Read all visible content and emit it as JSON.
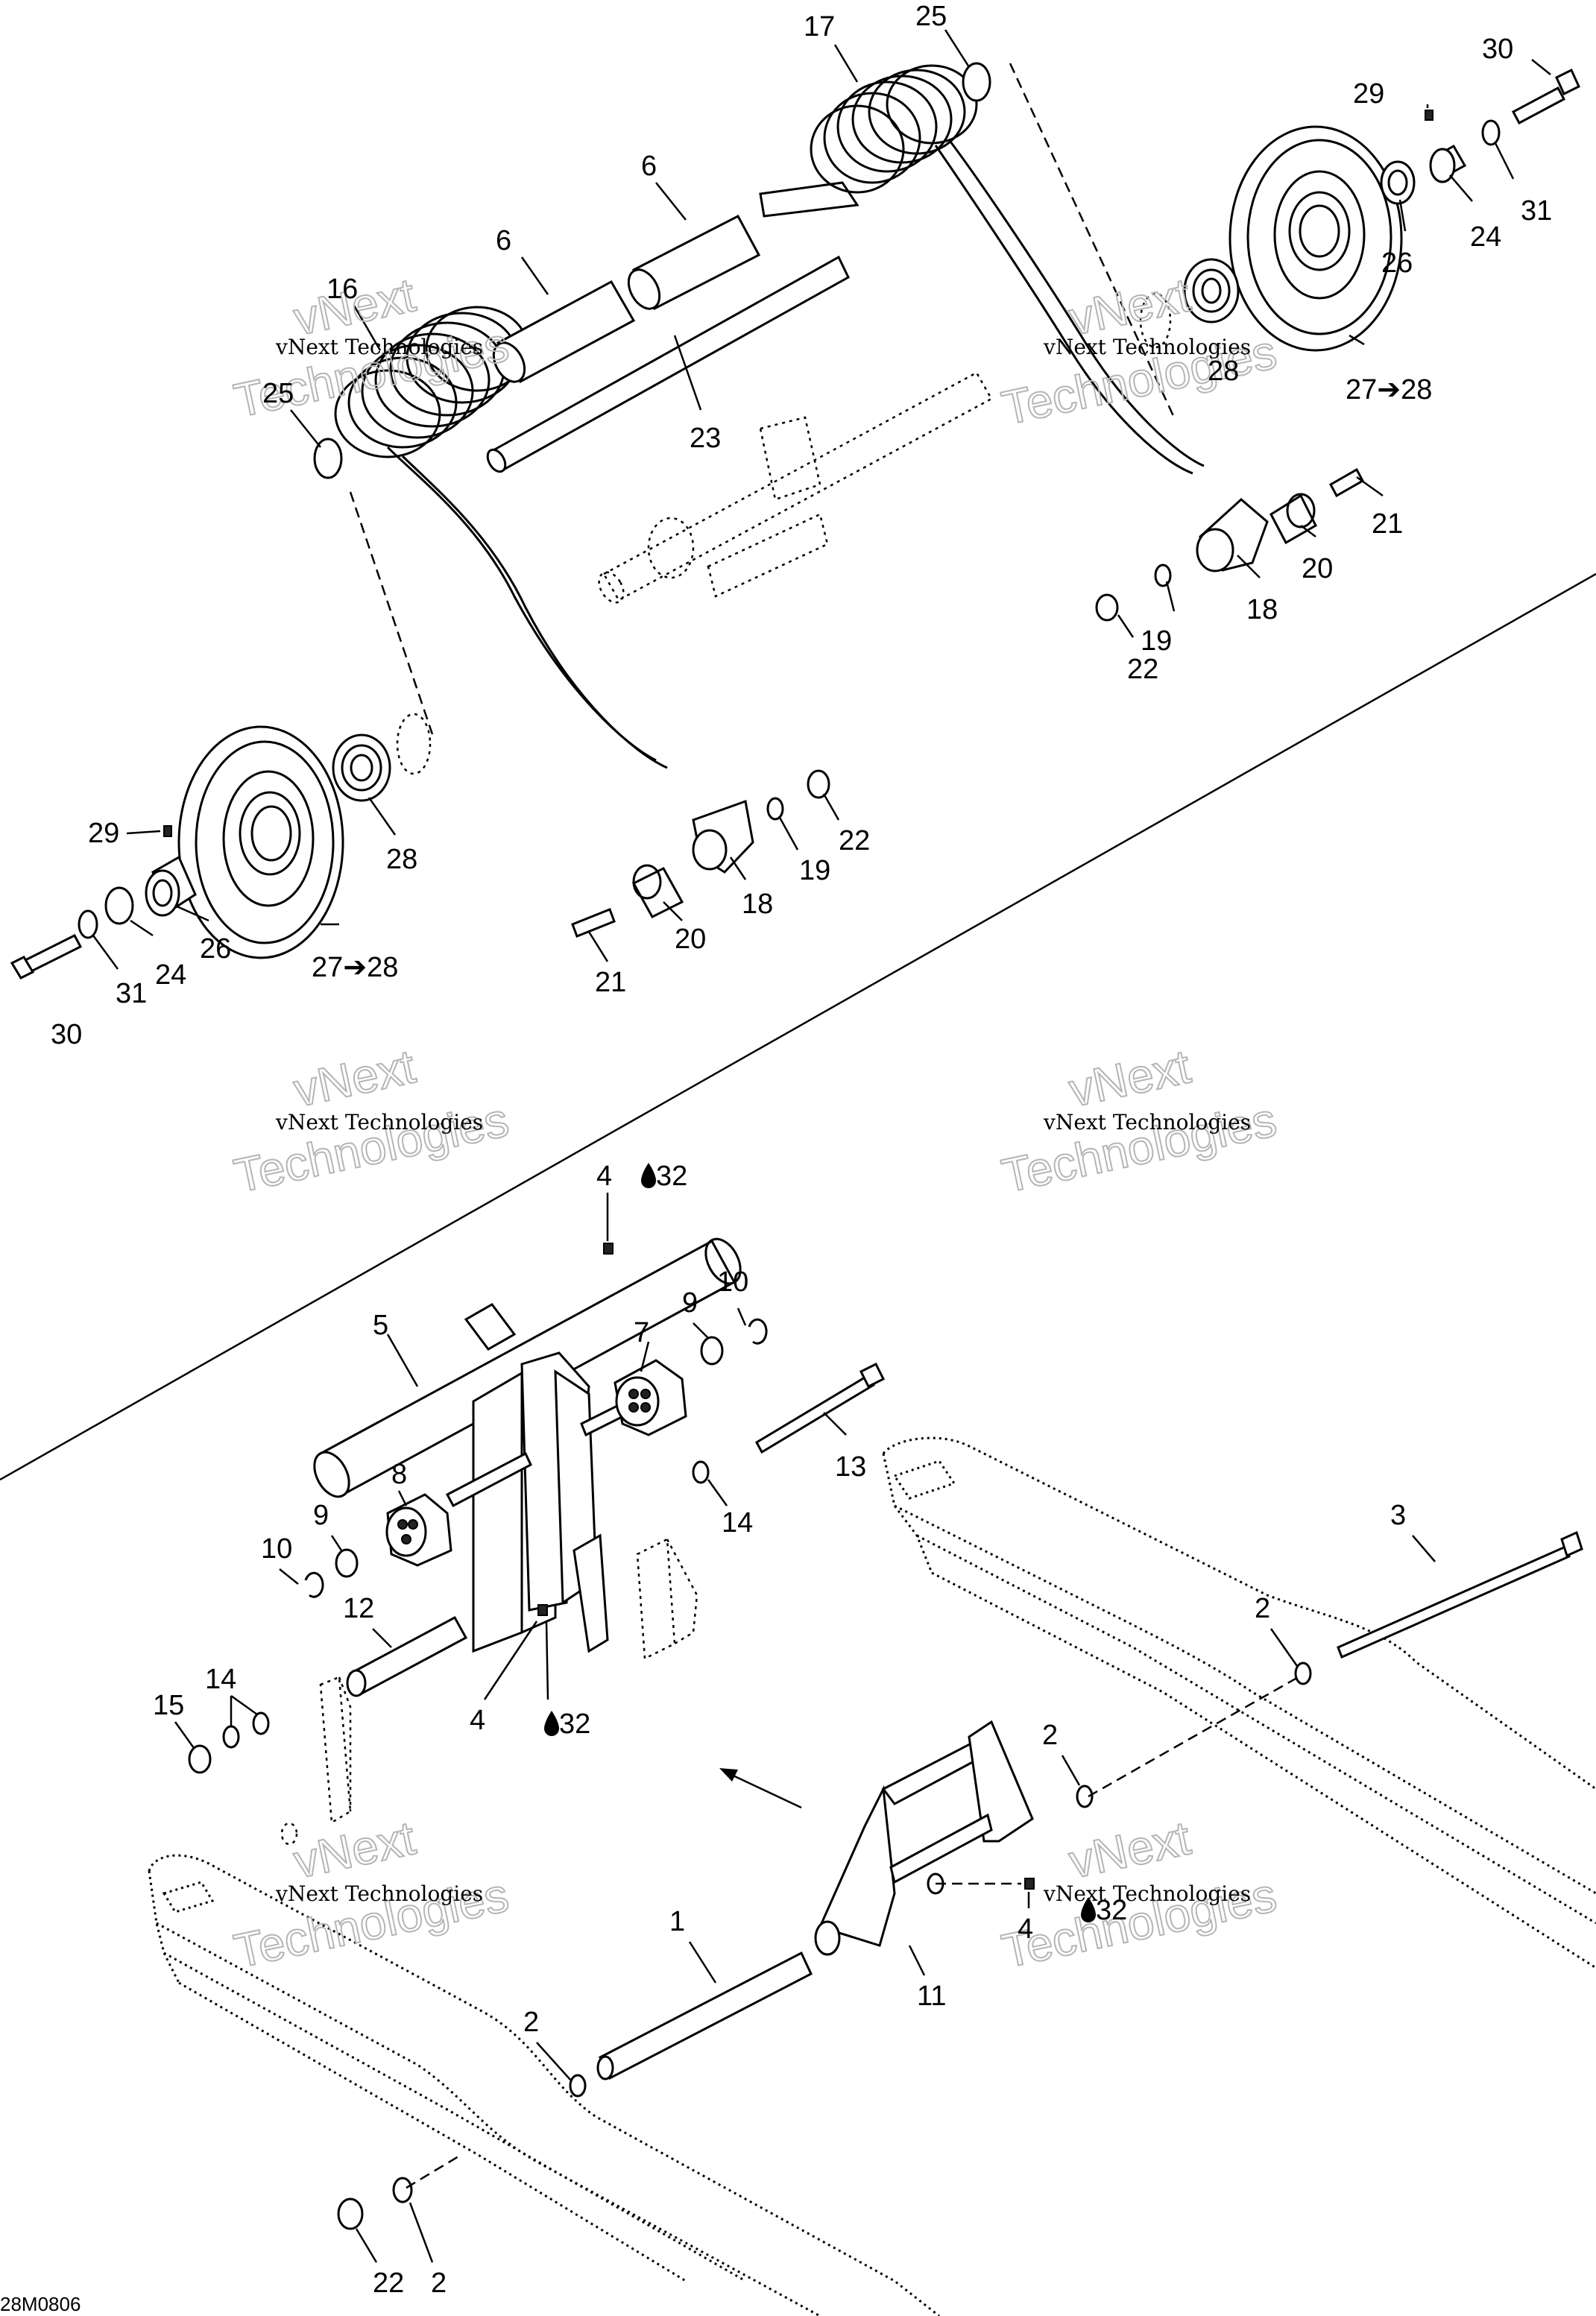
{
  "diagram_code": "28M0806",
  "watermark": {
    "line1": "vNext Technologies",
    "big_a": "vNext",
    "big_b": "Technologies"
  },
  "callouts": {
    "c1": "1",
    "c2": "2",
    "c3": "3",
    "c4": "4",
    "c5": "5",
    "c6": "6",
    "c7": "7",
    "c8": "8",
    "c9": "9",
    "c10": "10",
    "c11": "11",
    "c12": "12",
    "c13": "13",
    "c14": "14",
    "c15": "15",
    "c16": "16",
    "c17": "17",
    "c18": "18",
    "c19": "19",
    "c20": "20",
    "c21": "21",
    "c22": "22",
    "c23": "23",
    "c24": "24",
    "c25": "25",
    "c26": "26",
    "c27_28": "27➔28",
    "c28": "28",
    "c29": "29",
    "c30": "30",
    "c31": "31",
    "c32": "32"
  }
}
